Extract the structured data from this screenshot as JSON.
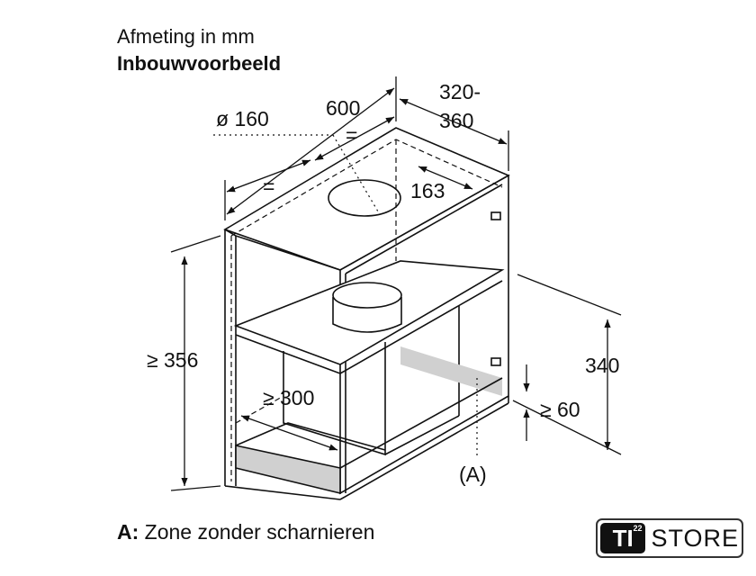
{
  "header": {
    "line1": "Afmeting in mm",
    "line2": "Inbouwvoorbeeld"
  },
  "dimensions": {
    "diameter": "ø 160",
    "width": "600",
    "depth_top": "320-",
    "depth_bottom": "360",
    "equal_a": "=",
    "equal_b": "=",
    "offset": "163",
    "height": "≥ 356",
    "inner_width": "≥ 300",
    "height_right": "340",
    "min_gap": "≥ 60",
    "zone_marker": "(A)"
  },
  "legend": {
    "key": "A:",
    "text": " Zone zonder scharnieren"
  },
  "logo": {
    "ti": "TI",
    "sup": "22",
    "store": "STORE"
  }
}
